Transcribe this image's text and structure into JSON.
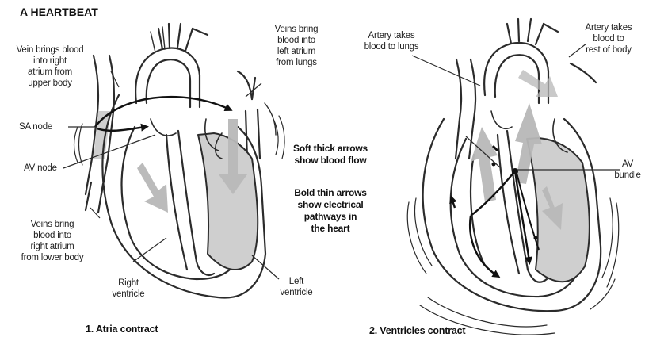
{
  "title": "A HEARTBEAT",
  "panel1": {
    "caption": "1. Atria contract",
    "labels": {
      "vein_upper": [
        "Vein brings blood",
        "into right",
        "atrium from",
        "upper body"
      ],
      "veins_lungs": [
        "Veins bring",
        "blood into",
        "left atrium",
        "from lungs"
      ],
      "sa_node": [
        "SA node"
      ],
      "av_node": [
        "AV node"
      ],
      "veins_lower": [
        "Veins bring",
        "blood into",
        "right atrium",
        "from lower body"
      ],
      "right_ventricle": [
        "Right",
        "ventricle"
      ],
      "left_ventricle": [
        "Left",
        "ventricle"
      ]
    }
  },
  "key": {
    "soft_arrows": [
      "Soft thick arrows",
      "show blood flow"
    ],
    "bold_arrows": [
      "Bold thin arrows",
      "show electrical",
      "pathways in",
      "the heart"
    ]
  },
  "panel2": {
    "caption": "2. Ventricles contract",
    "labels": {
      "artery_lungs": [
        "Artery takes",
        "blood to lungs"
      ],
      "artery_body": [
        "Artery takes",
        "blood to",
        "rest of body"
      ],
      "av_bundle": [
        "AV",
        "bundle"
      ]
    }
  },
  "colors": {
    "background": "#ffffff",
    "outline": "#2b2b2b",
    "tissue_fill": "#cfcfcf",
    "blood_arrow": "#b8b8b8",
    "electrical_arrow": "#111111"
  }
}
